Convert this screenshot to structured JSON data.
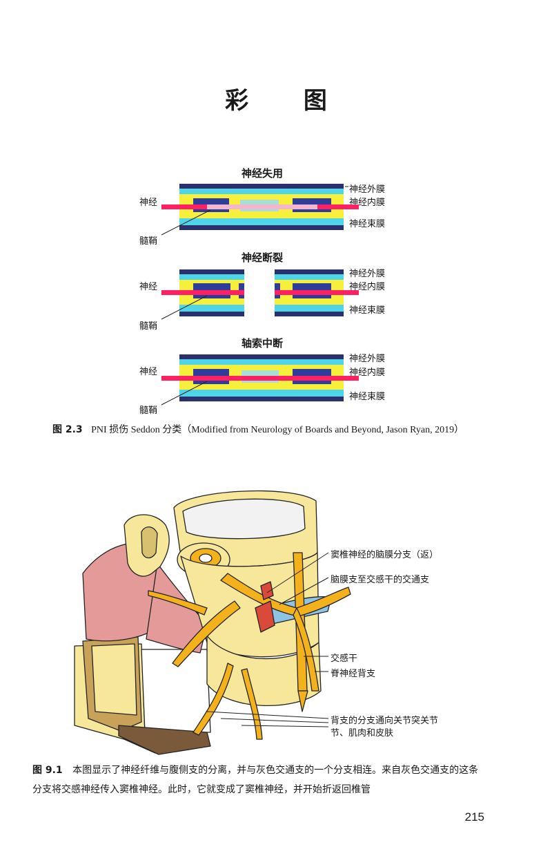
{
  "header": {
    "title": "彩  图"
  },
  "figure_2_3": {
    "diagrams": [
      {
        "title": "神经失用",
        "left_label": "神经",
        "bottom_label": "髓鞘",
        "right_labels": [
          "神经外膜",
          "神经内膜",
          "神经束膜"
        ]
      },
      {
        "title": "神经断裂",
        "left_label": "神经",
        "bottom_label": "髓鞘",
        "right_labels": [
          "神经外膜",
          "神经内膜",
          "神经束膜"
        ]
      },
      {
        "title": "轴索中断",
        "left_label": "神经",
        "bottom_label": "髓鞘",
        "right_labels": [
          "神经外膜",
          "神经内膜",
          "神经束膜"
        ]
      }
    ],
    "caption_number": "图 2.3",
    "caption_text": "PNI 损伤 Seddon 分类（Modified from Neurology of Boards and Beyond, Jason Ryan, 2019）"
  },
  "figure_9_1": {
    "labels": [
      "窦椎神经的脑膜分支（返）",
      "脑膜支至交感干的交通支",
      "交感干",
      "脊神经背支",
      "背支的分支通向关节突关节",
      "节、肌肉和皮肤"
    ],
    "caption_number": "图 9.1",
    "caption_line1": "本图显示了神经纤维与腹侧支的分离，并与灰色交通支的一个分支相连。来自灰色交通支的这条",
    "caption_line2": "分支将交感神经传入窦椎神经。此时，它就变成了窦椎神经，并开始折返回椎管"
  },
  "colors": {
    "epineurium": "#2a2f6e",
    "cyan": "#4fd4e8",
    "yellow": "#f6ef3c",
    "nerve": "#ff1f63",
    "myelin": "#2f3d9a",
    "bone": "#f7e79a",
    "nerve_yellow": "#f3b21c",
    "muscle": "#e39a98"
  },
  "footer": {
    "page_number": "215"
  }
}
